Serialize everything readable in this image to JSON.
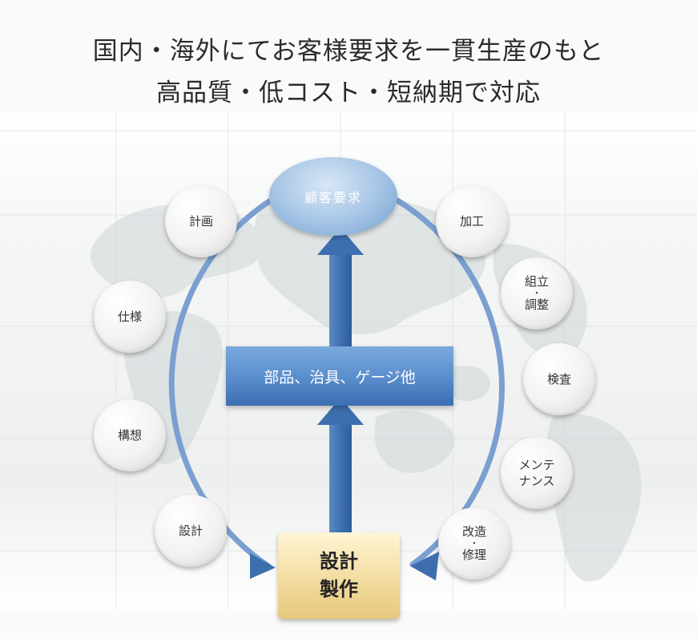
{
  "header": {
    "line1": "国内・海外にてお客様要求を一貫生産のもと",
    "line2": "高品質・低コスト・短納期で対応"
  },
  "diagram": {
    "top": "顧客要求",
    "bar": "部品、治具、ゲージ他",
    "core": {
      "line1": "設計",
      "line2": "製作"
    },
    "left_nodes": {
      "plan": "計画",
      "spec": "仕様",
      "concept": "構想",
      "design": "設計"
    },
    "right_nodes": {
      "machining": {
        "line1": "加工"
      },
      "assembly": {
        "line1": "組立",
        "sep": "・",
        "line2": "調整"
      },
      "inspection": {
        "line1": "検査"
      },
      "maintenance": {
        "line1": "メンテ",
        "line2": "ナンス"
      },
      "repair": {
        "line1": "改造",
        "sep": "・",
        "line2": "修理"
      }
    }
  },
  "colors": {
    "ring": "#7a9fd0",
    "arrow": "#3d6faf",
    "bar": "#5b8fcd",
    "top": "#8fb5de",
    "core": "#f3dca0"
  }
}
